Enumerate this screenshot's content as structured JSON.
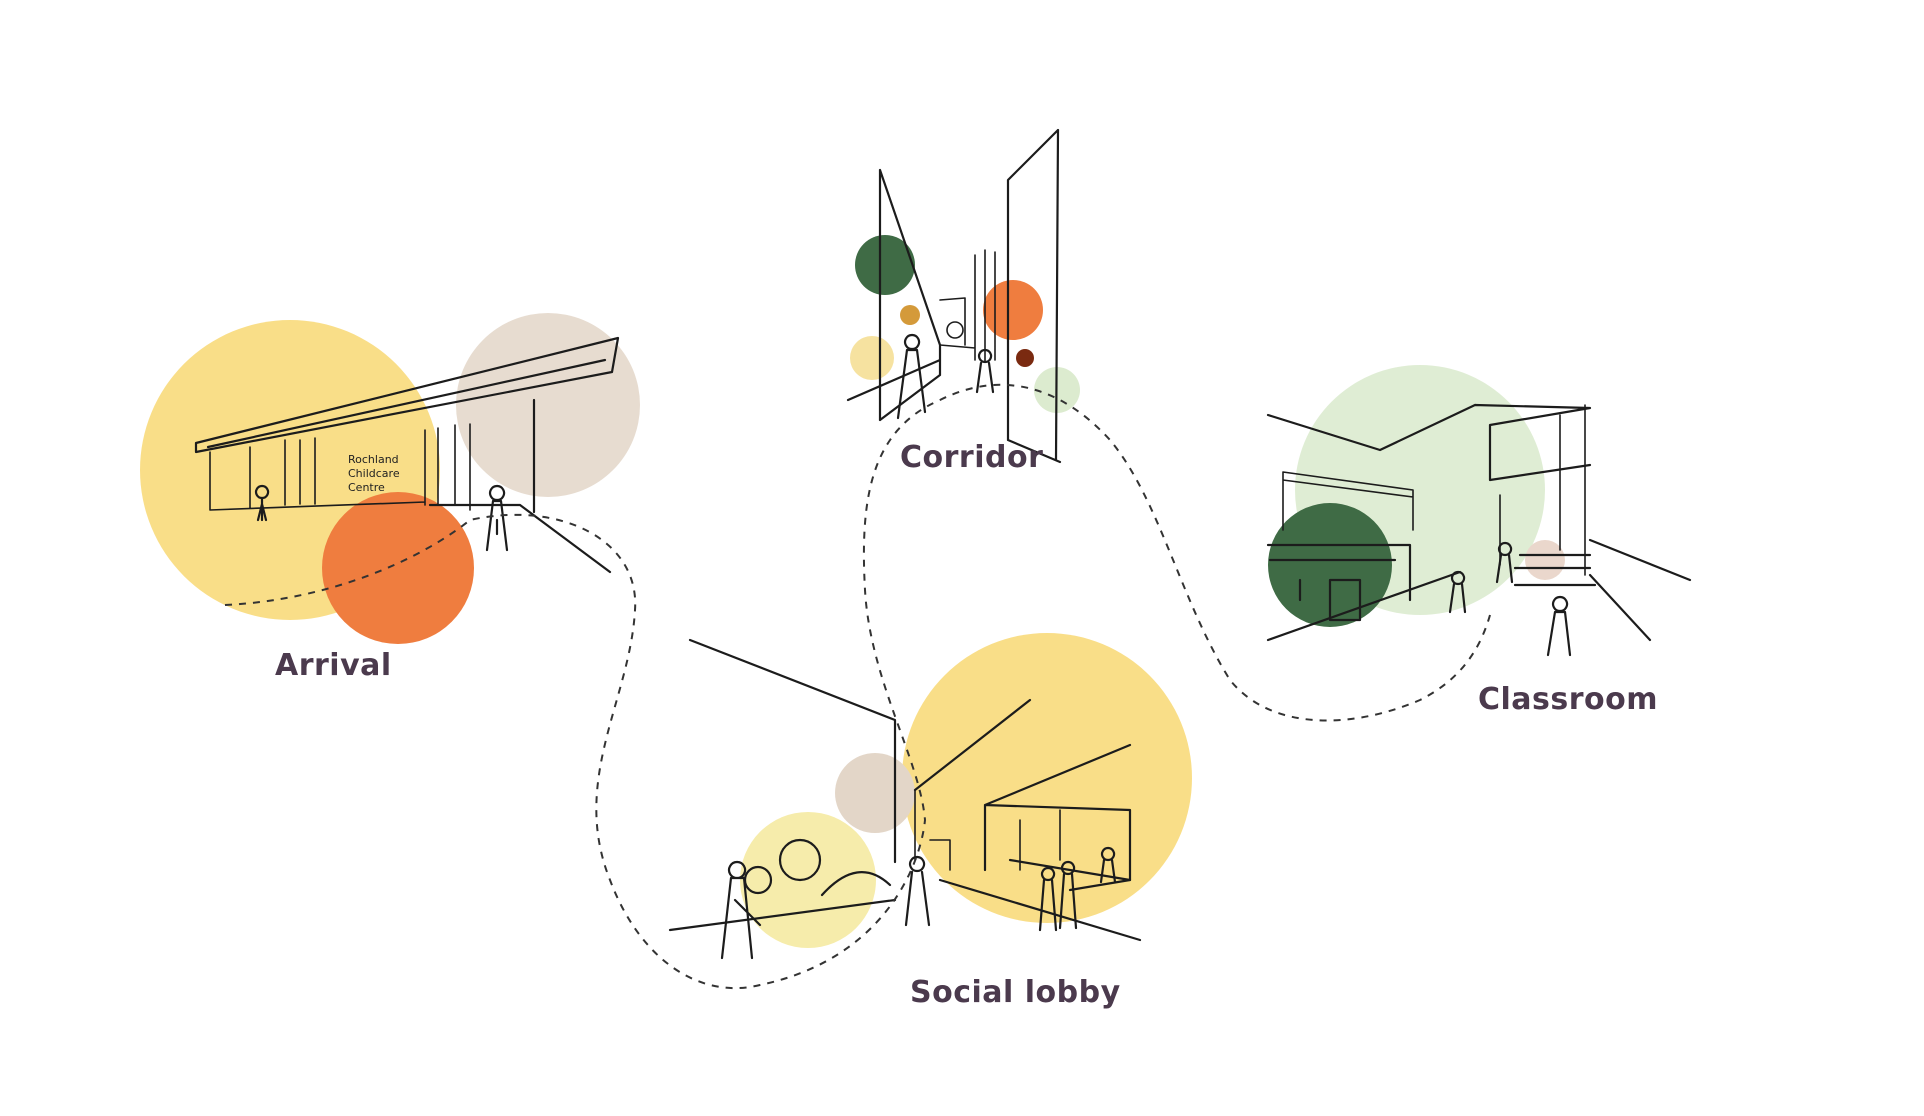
{
  "zones": [
    {
      "id": "arrival",
      "label": "Arrival"
    },
    {
      "id": "corridor",
      "label": "Corridor"
    },
    {
      "id": "social-lobby",
      "label": "Social lobby"
    },
    {
      "id": "classroom",
      "label": "Classroom"
    }
  ],
  "signage": {
    "line1": "Rochland",
    "line2": "Childcare",
    "line3": "Centre"
  },
  "colors": {
    "yellow": "#f8d977",
    "orange": "#ef7d3f",
    "beige": "#e3d6c8",
    "dark_green": "#3f6b45",
    "light_green": "#dcebcf",
    "pale_yellow": "#f6ecab",
    "brown": "#d49a3a",
    "dark_red": "#7a2a10",
    "label": "#4b3a4d"
  }
}
